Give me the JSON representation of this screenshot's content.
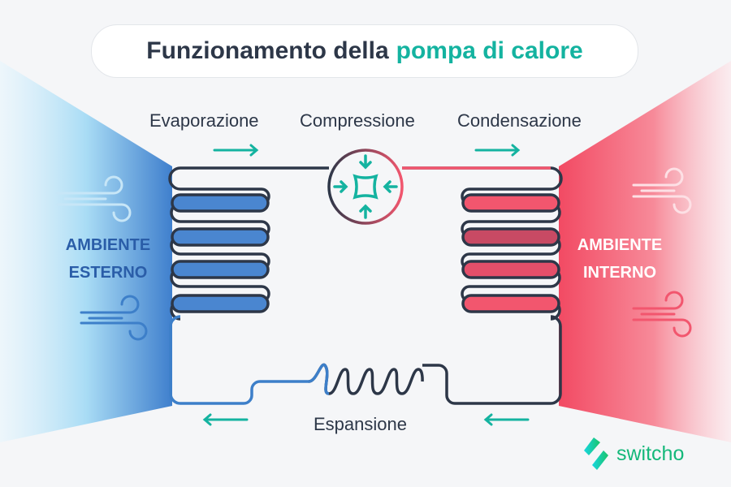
{
  "title": {
    "part1": "Funzionamento della",
    "part2": "pompa di calore"
  },
  "stages": {
    "evaporation": "Evaporazione",
    "compression": "Compressione",
    "condensation": "Condensazione",
    "expansion": "Espansione"
  },
  "ambients": {
    "outside_line1": "AMBIENTE",
    "outside_line2": "ESTERNO",
    "inside_line1": "AMBIENTE",
    "inside_line2": "INTERNO"
  },
  "brand": {
    "name": "switcho"
  },
  "colors": {
    "cold": "#3d7fc9",
    "hot": "#f2566e",
    "accent": "#14b3a0",
    "pipe": "#2d3748"
  }
}
